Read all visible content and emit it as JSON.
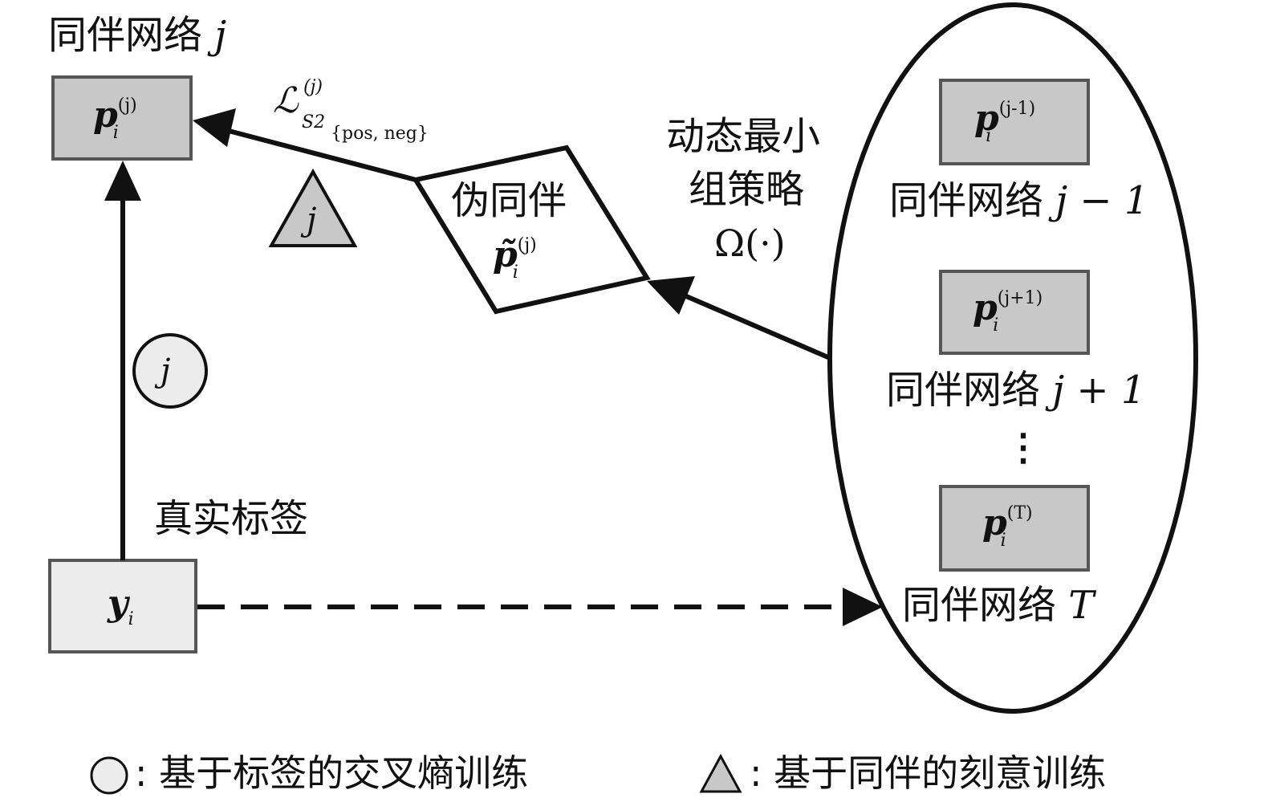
{
  "nodes": {
    "peer_j": {
      "title": "同伴网络",
      "var": "j",
      "symbol": "p",
      "sub": "i",
      "sup": "(j)"
    },
    "true_label": {
      "title": "真实标签",
      "symbol": "y",
      "sub": "i"
    },
    "pseudo_peer": {
      "title": "伪同伴",
      "symbol": "p̃",
      "sub": "i",
      "sup": "(j)"
    },
    "group": {
      "items": [
        {
          "symbol": "p",
          "sub": "i",
          "sup": "(j-1)",
          "title": "同伴网络",
          "var": "j − 1"
        },
        {
          "symbol": "p",
          "sub": "i",
          "sup": "(j+1)",
          "title": "同伴网络",
          "var": "j + 1"
        },
        {
          "symbol": "p",
          "sub": "i",
          "sup": "(T)",
          "title": "同伴网络",
          "var": "T"
        }
      ],
      "ellipsis": "⋮"
    }
  },
  "edges": {
    "loss": {
      "symbol": "ℒ",
      "sup": "(j)",
      "sub": "S2",
      "subsub": "{pos, neg}"
    },
    "strategy": {
      "line1": "动态最小",
      "line2": "组策略",
      "func": "Ω(·)"
    },
    "circle_marker": "j",
    "triangle_marker": "j"
  },
  "legend": {
    "circle_text": ": 基于标签的交叉熵训练",
    "triangle_text": ": 基于同伴的刻意训练"
  },
  "colors": {
    "box_fill": "#c8c8c8",
    "light_fill": "#ececec",
    "stroke": "#111111"
  }
}
